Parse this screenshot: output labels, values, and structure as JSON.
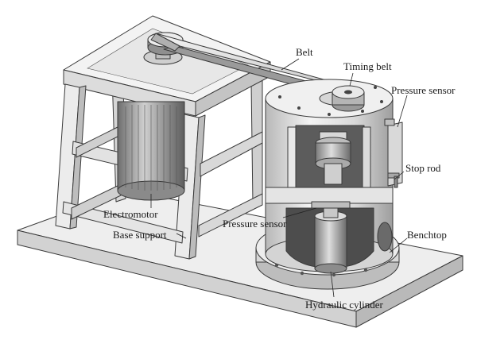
{
  "figure": {
    "labels": {
      "belt": "Belt",
      "timing_belt": "Timing belt",
      "pressure_sensor_top": "Pressure sensor",
      "stop_rod": "Stop rod",
      "electromotor": "Electromotor",
      "pressure_sensor_mid": "Pressure sensor",
      "base_support": "Base support",
      "benchtop": "Benchtop",
      "hydraulic_cylinder": "Hydraulic cylinder"
    }
  }
}
